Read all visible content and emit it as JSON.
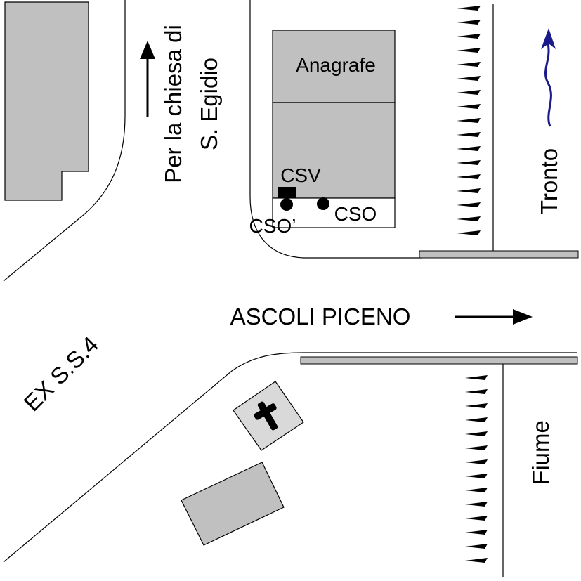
{
  "labels": {
    "anagrafe": "Anagrafe",
    "csv": "CSV",
    "cso": "CSO",
    "cso_prime": "CSO’",
    "direction_line1": "Per la chiesa di",
    "direction_line2": "S. Egidio",
    "tronto": "Tronto",
    "ascoli": "ASCOLI PICENO",
    "ex_ss4": "EX S.S.4",
    "fiume": "Fiume"
  },
  "colors": {
    "building": "#c0c0c0",
    "church": "#d9d9d9",
    "river_flow_arrow": "#1a1a8c",
    "ink": "#000000"
  },
  "icons": {
    "church": "cross-icon",
    "csv_marker": "square-marker",
    "cso_marker": "circle-marker"
  }
}
